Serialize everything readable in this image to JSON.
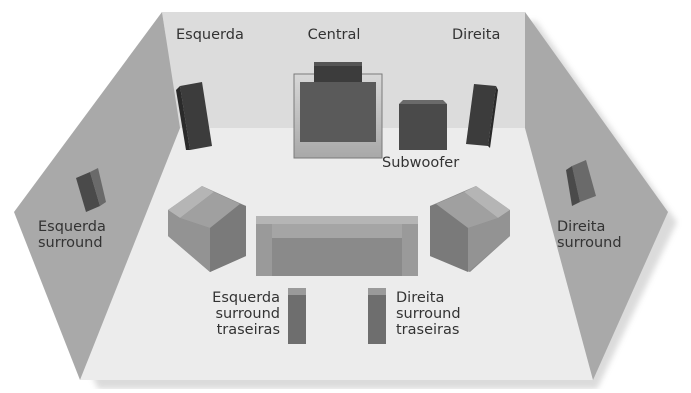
{
  "colors": {
    "wall": "#a9a9a9",
    "back_wall": "#dddddd",
    "floor": "#ececec",
    "speaker_dark": "#3c3c3c",
    "furniture": "#8a8a8a",
    "text": "#333333"
  },
  "labels": {
    "front_left": "Esquerda",
    "center": "Central",
    "front_right": "Direita",
    "subwoofer": "Subwoofer",
    "surround_left": [
      "Esquerda",
      "surround"
    ],
    "surround_right": [
      "Direita",
      "surround"
    ],
    "rear_left": [
      "Esquerda",
      "surround",
      "traseiras"
    ],
    "rear_right": [
      "Direita",
      "surround",
      "traseiras"
    ]
  }
}
